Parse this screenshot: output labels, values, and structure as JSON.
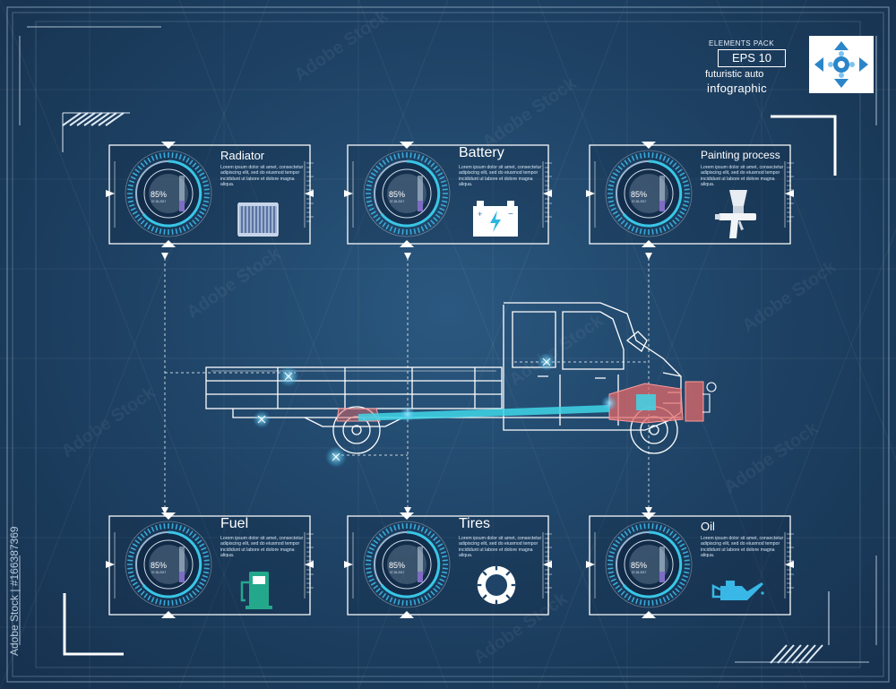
{
  "badge": {
    "small": "ELEMENTS PACK",
    "eps": "EPS 10",
    "subtitle": "futuristic auto",
    "title": "infographic"
  },
  "watermark": "Adobe Stock | #166387369",
  "stock_mark": "Adobe Stock",
  "lorem": "Lorem ipsum dolor sit amet, consectetur adipiscing elit, sed do eiusmod tempor incididunt ut labore et dolore magna aliqua.",
  "gauge": {
    "percent": "85%",
    "date": "07-26-2017"
  },
  "panels": [
    {
      "id": "radiator",
      "title": "Radiator",
      "icon": "radiator-icon"
    },
    {
      "id": "battery",
      "title": "Battery",
      "icon": "battery-icon"
    },
    {
      "id": "painting",
      "title": "Painting process",
      "icon": "spray-gun-icon"
    },
    {
      "id": "fuel",
      "title": "Fuel",
      "icon": "fuel-pump-icon"
    },
    {
      "id": "tires",
      "title": "Tires",
      "icon": "tire-icon"
    },
    {
      "id": "oil",
      "title": "Oil",
      "icon": "oil-can-icon"
    }
  ],
  "colors": {
    "background": "#1f4467",
    "accent": "#39c6e6",
    "highlight": "#e36a6a",
    "line": "#ffffff"
  }
}
